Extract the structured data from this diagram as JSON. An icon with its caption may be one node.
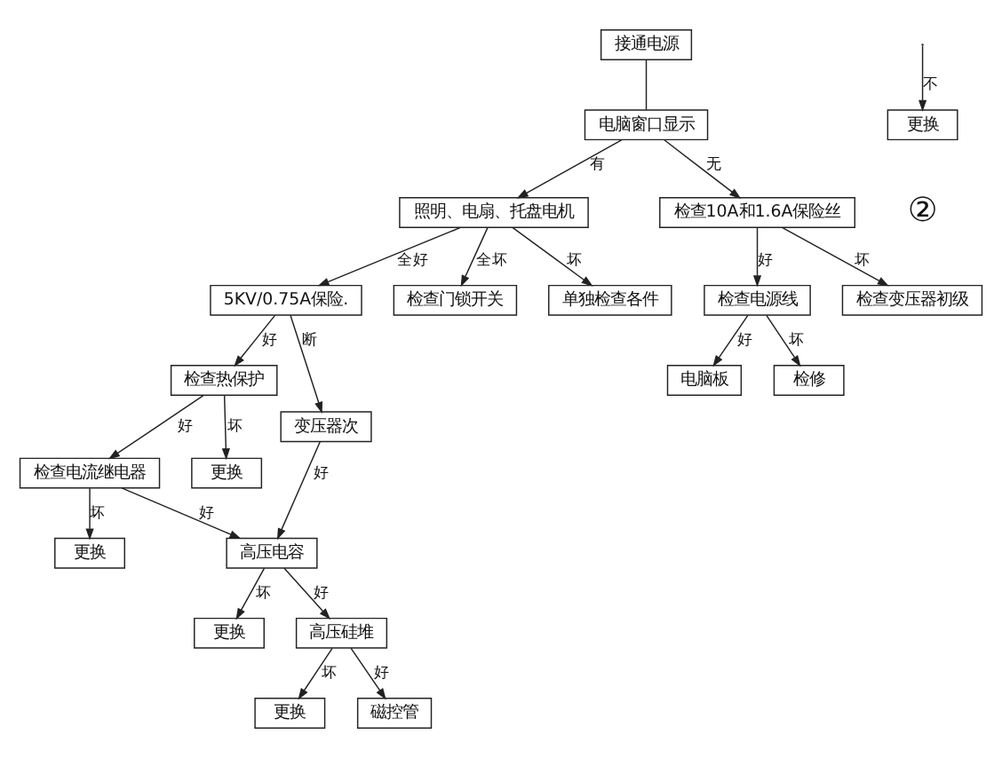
{
  "diagram": {
    "nodes": [
      {
        "text": [
          "接通电源"
        ]
      },
      {
        "text": [
          "电脑窗口显示"
        ]
      },
      {
        "text": [
          "照明、电扇、托盘电机"
        ]
      },
      {
        "text": [
          "检查10A和1.6A保险丝"
        ]
      },
      {
        "text": [
          "检查门锁开关"
        ]
      },
      {
        "text": [
          "检查变压器初级"
        ]
      },
      {
        "text": [
          "检查电源线"
        ]
      },
      {
        "text": [
          "单独检查各件"
        ]
      },
      {
        "text": [
          "电脑板"
        ]
      },
      {
        "text": [
          "检修"
        ]
      },
      {
        "text": [
          "5KV/0.75A保险."
        ]
      },
      {
        "text": [
          "检查热保护"
        ]
      },
      {
        "text": [
          "变压器次"
        ]
      },
      {
        "text": [
          "更换"
        ]
      },
      {
        "text": [
          "更换"
        ]
      },
      {
        "text": [
          "检查电流继电器"
        ]
      },
      {
        "text": [
          "更换"
        ]
      },
      {
        "text": [
          "高压电容"
        ]
      },
      {
        "text": [
          "高压硅堆"
        ]
      },
      {
        "text": [
          "更换"
        ]
      },
      {
        "text": [
          "更换"
        ]
      },
      {
        "text": [
          "磁控管"
        ]
      }
    ],
    "edges": [
      {
        "from": 0,
        "to": 1,
        "arrow": "none"
      },
      {
        "from": 1,
        "to": 2,
        "arrow": "to",
        "label": "有"
      },
      {
        "from": 1,
        "to": 3,
        "arrow": "to",
        "label": "无"
      },
      {
        "from": 2,
        "to": 4,
        "arrow": "to",
        "label": "全坏"
      },
      {
        "from": 2,
        "to": 7,
        "arrow": "to",
        "label": "坏"
      },
      {
        "from": 2,
        "to": 10,
        "arrow": "to",
        "label": "全好"
      },
      {
        "from": 3,
        "to": 5,
        "arrow": "to",
        "label": "坏"
      },
      {
        "from": 3,
        "to": 6,
        "arrow": "to",
        "label": "好"
      },
      {
        "from": 6,
        "to": 8,
        "arrow": "to",
        "label": "好"
      },
      {
        "from": 6,
        "to": 9,
        "arrow": "to",
        "label": "坏"
      },
      {
        "from": 10,
        "to": 11,
        "arrow": "to",
        "label": "好"
      },
      {
        "from": 10,
        "to": 12,
        "arrow": "to",
        "label": "断"
      },
      {
        "from": null,
        "to": 13,
        "arrow": "to",
        "label": "不"
      },
      {
        "from": 11,
        "to": 14,
        "arrow": "to",
        "label": "坏"
      },
      {
        "from": 11,
        "to": 15,
        "arrow": "to",
        "label": "好"
      },
      {
        "from": 12,
        "to": 17,
        "arrow": "to",
        "label": "好"
      },
      {
        "from": 15,
        "to": 17,
        "arrow": "to",
        "label": "好"
      },
      {
        "from": 15,
        "to": 20,
        "arrow": "to",
        "label": "坏"
      },
      {
        "from": 17,
        "to": 16,
        "arrow": "to",
        "label": "坏"
      },
      {
        "from": 17,
        "to": 18,
        "arrow": "to",
        "label": "好"
      },
      {
        "from": 18,
        "to": 19,
        "arrow": "to",
        "label": "坏"
      },
      {
        "from": 18,
        "to": 21,
        "arrow": "to",
        "label": "好"
      }
    ],
    "labels": [
      "②"
    ]
  }
}
